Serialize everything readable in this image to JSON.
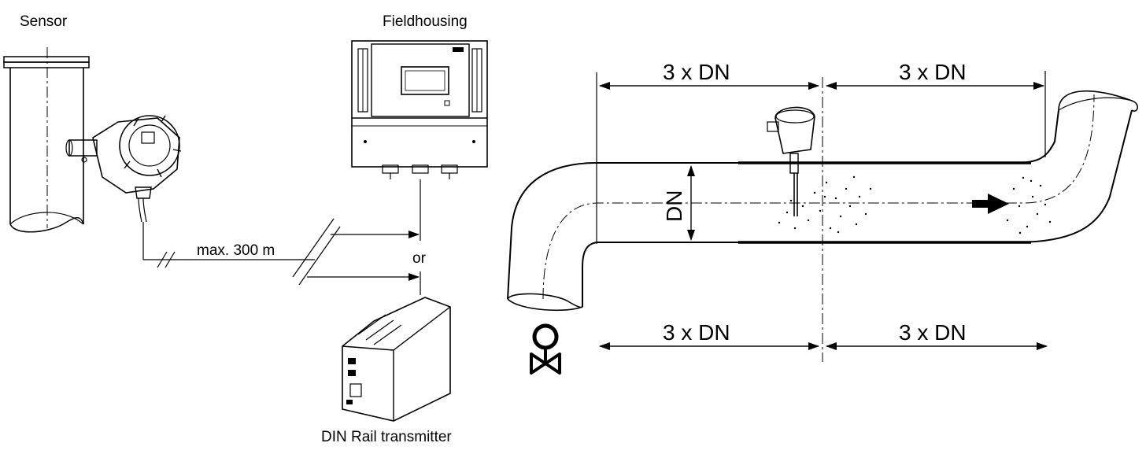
{
  "labels": {
    "sensor": "Sensor",
    "fieldhousing": "Fieldhousing",
    "max_distance": "max. 300 m",
    "or": "or",
    "din_rail": "DIN Rail transmitter"
  },
  "dimensions": {
    "top_left": "3 x DN",
    "top_right": "3 x DN",
    "bottom_left": "3 x DN",
    "bottom_right": "3 x DN",
    "diameter": "DN"
  },
  "colors": {
    "line": "#000000",
    "background": "#ffffff"
  }
}
